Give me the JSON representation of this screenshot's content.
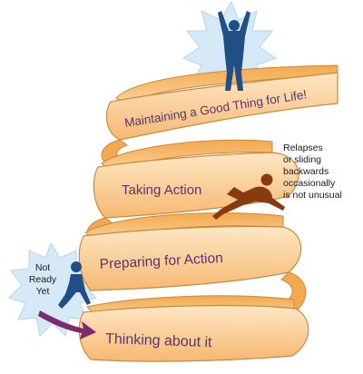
{
  "stages": [
    {
      "label": "Thinking about it"
    },
    {
      "label": "Preparing for Action"
    },
    {
      "label": "Taking Action"
    },
    {
      "label": "Maintaining a Good Thing for Life!"
    }
  ],
  "callouts": {
    "not_ready_lines": [
      "Not",
      "Ready",
      "Yet"
    ],
    "relapse_lines": [
      "Relapses",
      "or sliding",
      "backwards",
      "occasionally",
      "is not unusual"
    ]
  },
  "colors": {
    "band_fill": "#fbcf93",
    "band_light": "#fde7c4",
    "band_stroke": "#c98a3d",
    "band_inner": "#e9a257",
    "label_text": "#5a3470",
    "figure_blue": "#1f4f85",
    "figure_brown": "#8a3a10",
    "starburst": "#d6e9f7",
    "arrow": "#7d2a6e"
  },
  "icons": {
    "celebrating_person": "person-arms-raised-icon",
    "sliding_person": "person-sliding-icon",
    "sitting_person": "person-sitting-icon",
    "forward_arrow": "arrow-right-icon"
  }
}
